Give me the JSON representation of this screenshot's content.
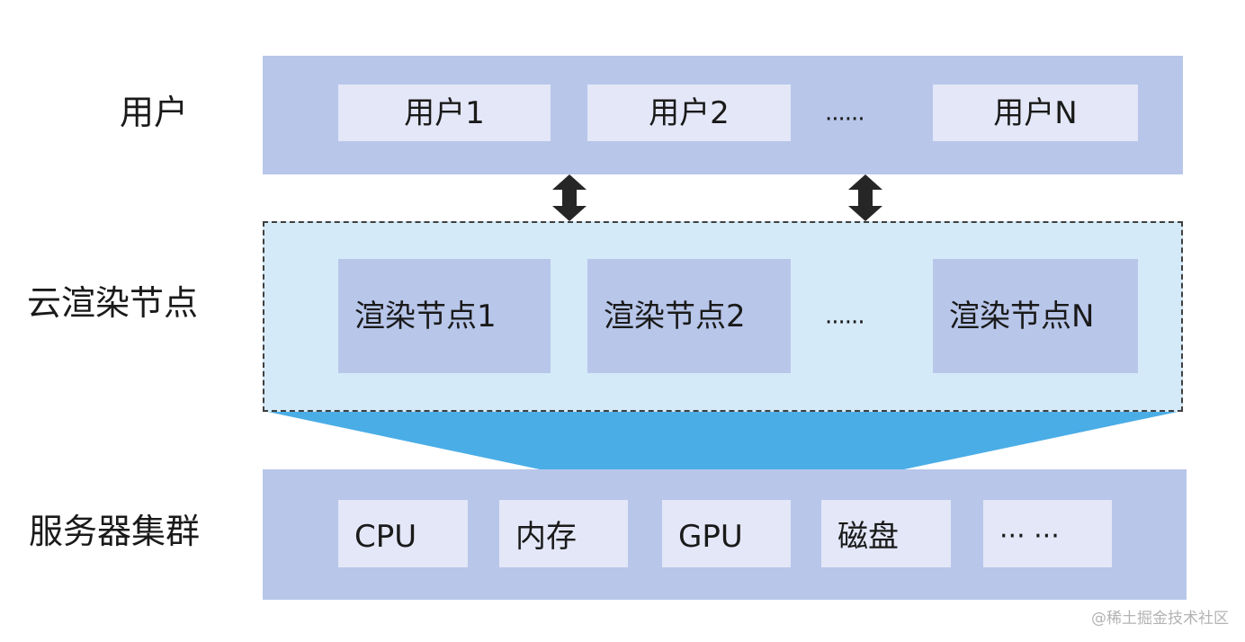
{
  "colors": {
    "band": "#b8c6ea",
    "light_box": "#e3e7f7",
    "render_panel": "#d5eaf8",
    "funnel": "#4aade6",
    "arrow": "#262626"
  },
  "rows": {
    "users_label": "用户",
    "nodes_label": "云渲染节点",
    "servers_label": "服务器集群"
  },
  "users": {
    "items": [
      "用户1",
      "用户2",
      "用户N"
    ],
    "ellipsis": "······"
  },
  "nodes": {
    "items": [
      "渲染节点1",
      "渲染节点2",
      "渲染节点N"
    ],
    "ellipsis": "······"
  },
  "servers": {
    "items": [
      "CPU",
      "内存",
      "GPU",
      "磁盘",
      "··· ···"
    ]
  },
  "connectors": {
    "icon": "double-vertical-arrow-icon",
    "count": 2
  },
  "watermark": "@稀土掘金技术社区"
}
